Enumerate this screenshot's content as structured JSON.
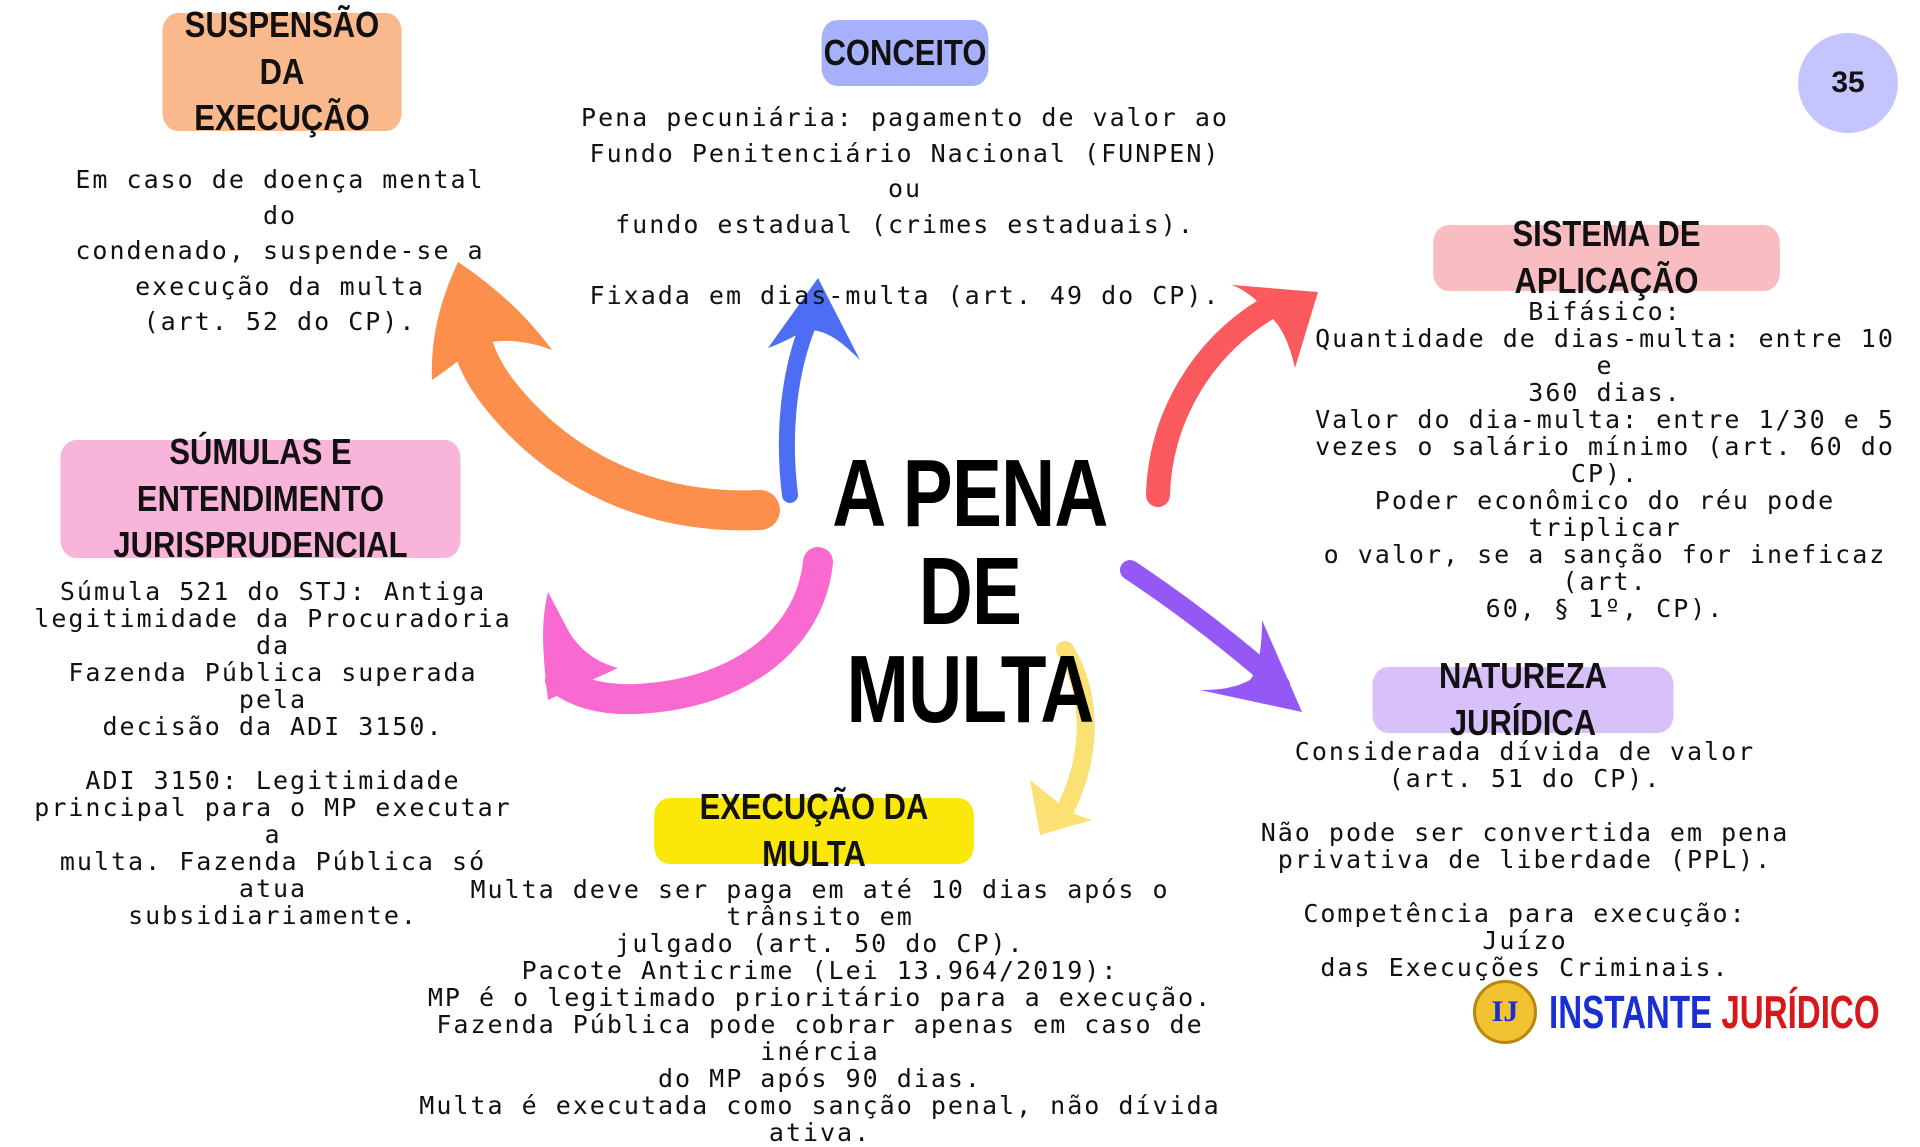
{
  "page_number": "35",
  "center_title": "A PENA DE\nMULTA",
  "colors": {
    "conceito": "#a7b1fb",
    "suspensao": "#f9b98d",
    "sumulas": "#f9b4d9",
    "execucao": "#fbe80a",
    "sistema": "#f9bcc0",
    "natureza": "#d8c0fb",
    "arrow_blue": "#4d6df2",
    "arrow_orange": "#fb8f4b",
    "arrow_pink": "#f96ad0",
    "arrow_yellow": "#fbe173",
    "arrow_red": "#fa5a5d",
    "arrow_purple": "#9459f4"
  },
  "sections": {
    "conceito": {
      "title": "CONCEITO",
      "text": "Pena pecuniária: pagamento de valor ao\nFundo Penitenciário Nacional (FUNPEN) ou\nfundo estadual (crimes estaduais).\n\nFixada em dias-multa (art. 49 do CP)."
    },
    "suspensao": {
      "title": "SUSPENSÃO DA\nEXECUÇÃO",
      "text": "Em caso de doença mental do\ncondenado, suspende-se a\nexecução da multa\n(art. 52 do CP)."
    },
    "sumulas": {
      "title": "SÚMULAS E ENTENDIMENTO\nJURISPRUDENCIAL",
      "text": "Súmula 521 do STJ: Antiga\nlegitimidade da Procuradoria da\nFazenda Pública superada pela\ndecisão da ADI 3150.\n\nADI 3150: Legitimidade\nprincipal para o MP executar a\nmulta. Fazenda Pública só atua\nsubsidiariamente."
    },
    "execucao": {
      "title": "EXECUÇÃO DA MULTA",
      "text": "Multa deve ser paga em até 10 dias após o trânsito em\njulgado (art. 50 do CP).\nPacote Anticrime (Lei 13.964/2019):\nMP é o legitimado prioritário para a execução.\nFazenda Pública pode cobrar apenas em caso de inércia\ndo MP após 90 dias.\nMulta é executada como sanção penal, não dívida ativa."
    },
    "sistema": {
      "title": "SISTEMA DE APLICAÇÃO",
      "text": "Bifásico:\nQuantidade de dias-multa: entre 10 e\n360 dias.\nValor do dia-multa: entre 1/30 e 5\nvezes o salário mínimo (art. 60 do\nCP).\nPoder econômico do réu pode triplicar\no valor, se a sanção for ineficaz (art.\n60, § 1º, CP)."
    },
    "natureza": {
      "title": "NATUREZA JURÍDICA",
      "text": "Considerada dívida de valor\n(art. 51 do CP).\n\nNão pode ser convertida em pena\nprivativa de liberdade (PPL).\n\nCompetência para execução: Juízo\ndas Execuções Criminais."
    }
  },
  "logo": {
    "mark": "IJ",
    "word1": "INSTANTE",
    "word2": "JURÍDICO"
  }
}
